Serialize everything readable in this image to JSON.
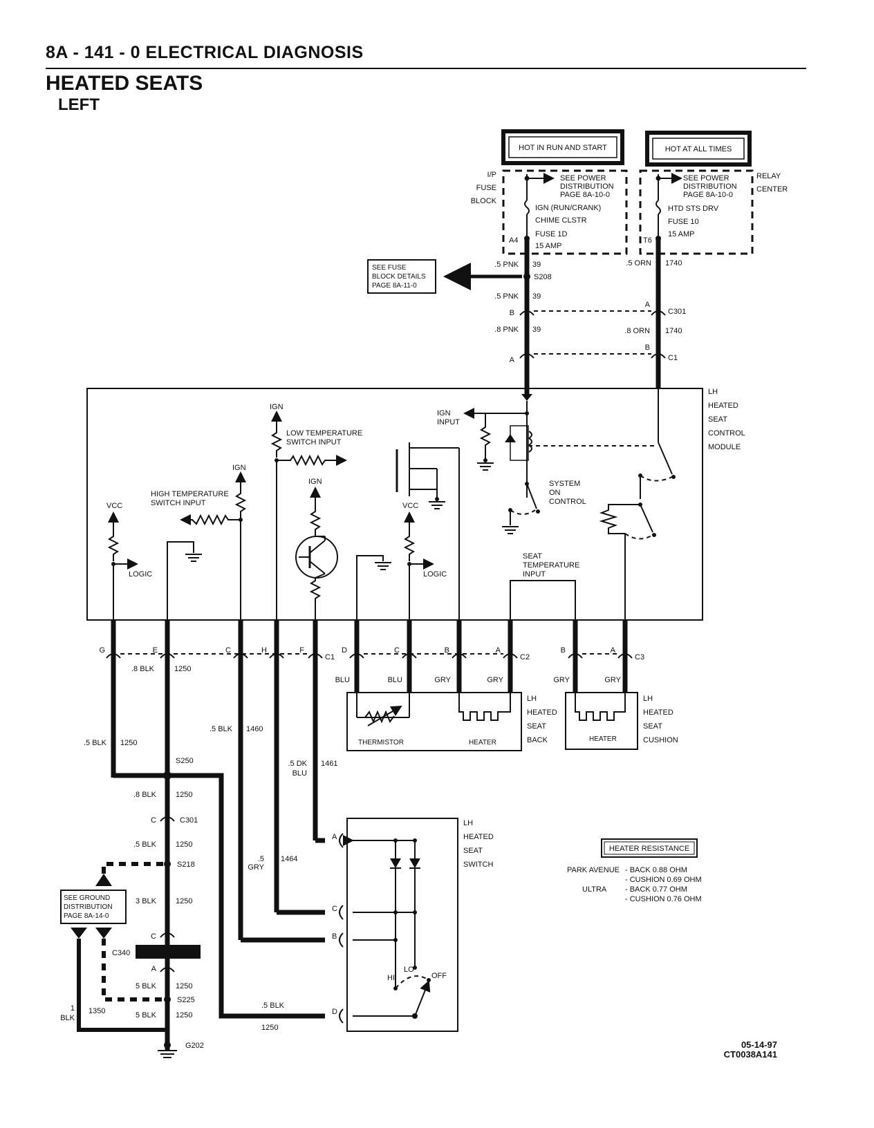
{
  "header": {
    "page": "8A - 141 - 0  ELECTRICAL DIAGNOSIS"
  },
  "title": "HEATED SEATS",
  "subtitle": "LEFT",
  "power": {
    "hot_run_start": "HOT IN RUN AND START",
    "hot_all_times": "HOT AT ALL TIMES",
    "ip_fuse_block": [
      "I/P",
      "FUSE",
      "BLOCK"
    ],
    "relay_center": [
      "RELAY",
      "CENTER"
    ],
    "see_power_dist_1": [
      "SEE POWER",
      "DISTRIBUTION",
      "PAGE 8A-10-0"
    ],
    "see_power_dist_2": [
      "SEE POWER",
      "DISTRIBUTION",
      "PAGE 8A-10-0"
    ],
    "fuse1_lines": [
      "IGN (RUN/CRANK)",
      "CHIME CLSTR",
      "FUSE 1D",
      "15 AMP"
    ],
    "fuse2_lines": [
      "HTD STS DRV",
      "FUSE 10",
      "15 AMP"
    ],
    "pin_a4": "A4",
    "pin_t6": "T6",
    "see_fuse_block": [
      "SEE FUSE",
      "BLOCK DETAILS",
      "PAGE 8A-11-0"
    ]
  },
  "wires": {
    "w1": ".5 PNK",
    "c1": "39",
    "s208": "S208",
    "w2": ".5 PNK",
    "c2": "39",
    "w3": ".8 PNK",
    "c3": "39",
    "w4": ".5 ORN",
    "c4": "1740",
    "w5": ".8 ORN",
    "c5": "1740",
    "c301_b": "B",
    "c301_a": "A",
    "c301": "C301",
    "c1_a": "A",
    "c1_b": "B",
    "c1_label": "C1"
  },
  "module": {
    "name": [
      "LH",
      "HEATED",
      "SEAT",
      "CONTROL",
      "MODULE"
    ],
    "ign": "IGN",
    "ign_input": [
      "IGN",
      "INPUT"
    ],
    "low_temp": [
      "LOW TEMPERATURE",
      "SWITCH INPUT"
    ],
    "high_temp": [
      "HIGH TEMPERATURE",
      "SWITCH INPUT"
    ],
    "vcc": "VCC",
    "logic": "LOGIC",
    "system_on": [
      "SYSTEM",
      "ON",
      "CONTROL"
    ],
    "seat_temp": [
      "SEAT",
      "TEMPERATURE",
      "INPUT"
    ]
  },
  "connectors": {
    "c1_pins": [
      "G",
      "E",
      "C",
      "H",
      "F"
    ],
    "c1_label": "C1",
    "c2_pins": [
      "D",
      "C",
      "B",
      "A"
    ],
    "c2_label": "C2",
    "c3_pins": [
      "B",
      "A"
    ],
    "c3_label": "C3"
  },
  "lower": {
    "w_8blk_a": ".8 BLK",
    "n1250_a": "1250",
    "blu1": "BLU",
    "blu2": "BLU",
    "gry1": "GRY",
    "gry2": "GRY",
    "gry3": "GRY",
    "gry4": "GRY",
    "thermistor": "THERMISTOR",
    "heater1": "HEATER",
    "heater2": "HEATER",
    "seat_back": [
      "LH",
      "HEATED",
      "SEAT",
      "BACK"
    ],
    "seat_cushion": [
      "LH",
      "HEATED",
      "SEAT",
      "CUSHION"
    ],
    "w_5blk_a": ".5 BLK",
    "n1250_b": "1250",
    "w_5blk_b": ".5 BLK",
    "n1460": "1460",
    "w_5dkblu": [
      ".5 DK",
      "BLU"
    ],
    "n1461": "1461",
    "s250": "S250",
    "w_8blk_b": ".8 BLK",
    "n1250_c": "1250",
    "c301_c": "C",
    "c301": "C301",
    "w_5blk_c": ".5 BLK",
    "n1250_d": "1250",
    "s218": "S218",
    "w_5gry": [
      ".5",
      "GRY"
    ],
    "n1464": "1464",
    "see_ground": [
      "SEE GROUND",
      "DISTRIBUTION",
      "PAGE 8A-14-0"
    ],
    "w_3blk": "3 BLK",
    "n1250_e": "1250",
    "c340_c": "C",
    "c340": "C340",
    "c340_a": "A",
    "w_5blk_d": "5 BLK",
    "n1250_f": "1250",
    "s225": "S225",
    "w_1blk": [
      "1",
      "BLK"
    ],
    "n1350": "1350",
    "w_5blk_e": "5 BLK",
    "n1250_g": "1250",
    "g202": "G202",
    "w_5blk_f": ".5 BLK",
    "n1250_h": "1250",
    "switch_name": [
      "LH",
      "HEATED",
      "SEAT",
      "SWITCH"
    ],
    "sw_a": "A",
    "sw_c": "C",
    "sw_b": "B",
    "sw_d": "D",
    "hi": "HI",
    "lo": "LO",
    "off": "OFF"
  },
  "resistance": {
    "title": "HEATER RESISTANCE",
    "rows": [
      [
        "PARK AVENUE",
        "- BACK 0.88 OHM"
      ],
      [
        "",
        "- CUSHION 0.69 OHM"
      ],
      [
        "ULTRA",
        "- BACK 0.77 OHM"
      ],
      [
        "",
        "- CUSHION 0.76 OHM"
      ]
    ]
  },
  "footer": {
    "date": "05-14-97",
    "code": "CT0038A141"
  }
}
